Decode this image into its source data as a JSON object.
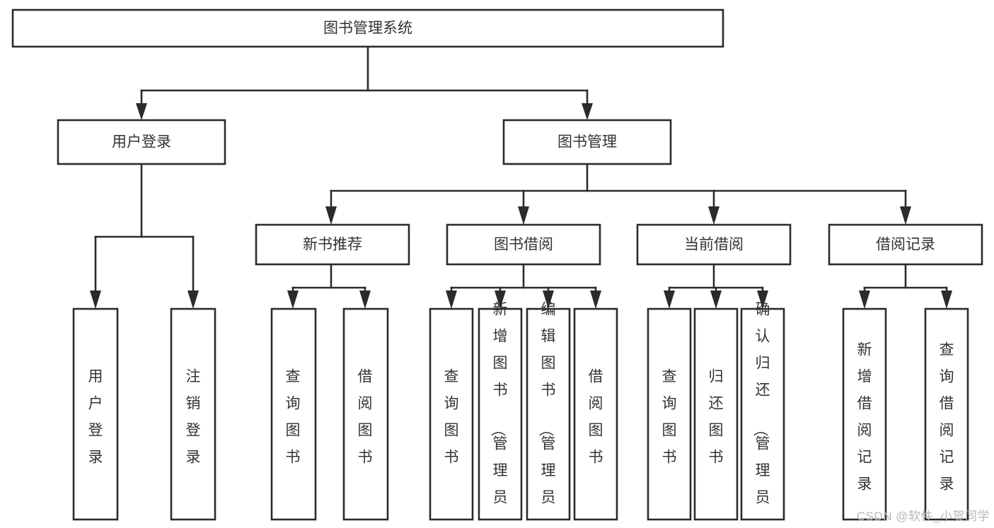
{
  "title": "图书管理系统",
  "diagram": {
    "type": "tree-hierarchy",
    "orientation": "top-down",
    "edge_style": "orthogonal-arrow",
    "colors": {
      "box_fill": "#ffffff",
      "box_stroke": "#2b2b2b",
      "text": "#333333",
      "background": "#ffffff",
      "watermark": "#b8b8b8"
    },
    "root": {
      "id": "root",
      "label": "图书管理系统"
    },
    "level1": [
      {
        "id": "user-login",
        "label": "用户登录"
      },
      {
        "id": "book-manage",
        "label": "图书管理"
      }
    ],
    "level2": [
      {
        "id": "new-book-rec",
        "label": "新书推荐",
        "parent": "book-manage"
      },
      {
        "id": "book-borrow",
        "label": "图书借阅",
        "parent": "book-manage"
      },
      {
        "id": "current-borrow",
        "label": "当前借阅",
        "parent": "book-manage"
      },
      {
        "id": "borrow-record",
        "label": "借阅记录",
        "parent": "book-manage"
      }
    ],
    "leaves": [
      {
        "id": "leaf-user-login",
        "label": "用户登录",
        "parent": "user-login"
      },
      {
        "id": "leaf-logout",
        "label": "注销登录",
        "parent": "user-login"
      },
      {
        "id": "leaf-query-book-1",
        "label": "查询图书",
        "parent": "new-book-rec"
      },
      {
        "id": "leaf-borrow-book-1",
        "label": "借阅图书",
        "parent": "new-book-rec"
      },
      {
        "id": "leaf-query-book-2",
        "label": "查询图书",
        "parent": "book-borrow"
      },
      {
        "id": "leaf-add-book",
        "label": "新增图书（管理员）",
        "parent": "book-borrow"
      },
      {
        "id": "leaf-edit-book",
        "label": "编辑图书（管理员）",
        "parent": "book-borrow"
      },
      {
        "id": "leaf-borrow-book-2",
        "label": "借阅图书",
        "parent": "book-borrow"
      },
      {
        "id": "leaf-query-book-3",
        "label": "查询图书",
        "parent": "current-borrow"
      },
      {
        "id": "leaf-return-book",
        "label": "归还图书",
        "parent": "current-borrow"
      },
      {
        "id": "leaf-confirm-return",
        "label": "确认归还（管理员）",
        "parent": "current-borrow"
      },
      {
        "id": "leaf-add-record",
        "label": "新增借阅记录",
        "parent": "borrow-record"
      },
      {
        "id": "leaf-query-record",
        "label": "查询借阅记录",
        "parent": "borrow-record"
      }
    ]
  },
  "watermark": {
    "text": "CSDN @软件_小贺同学"
  }
}
